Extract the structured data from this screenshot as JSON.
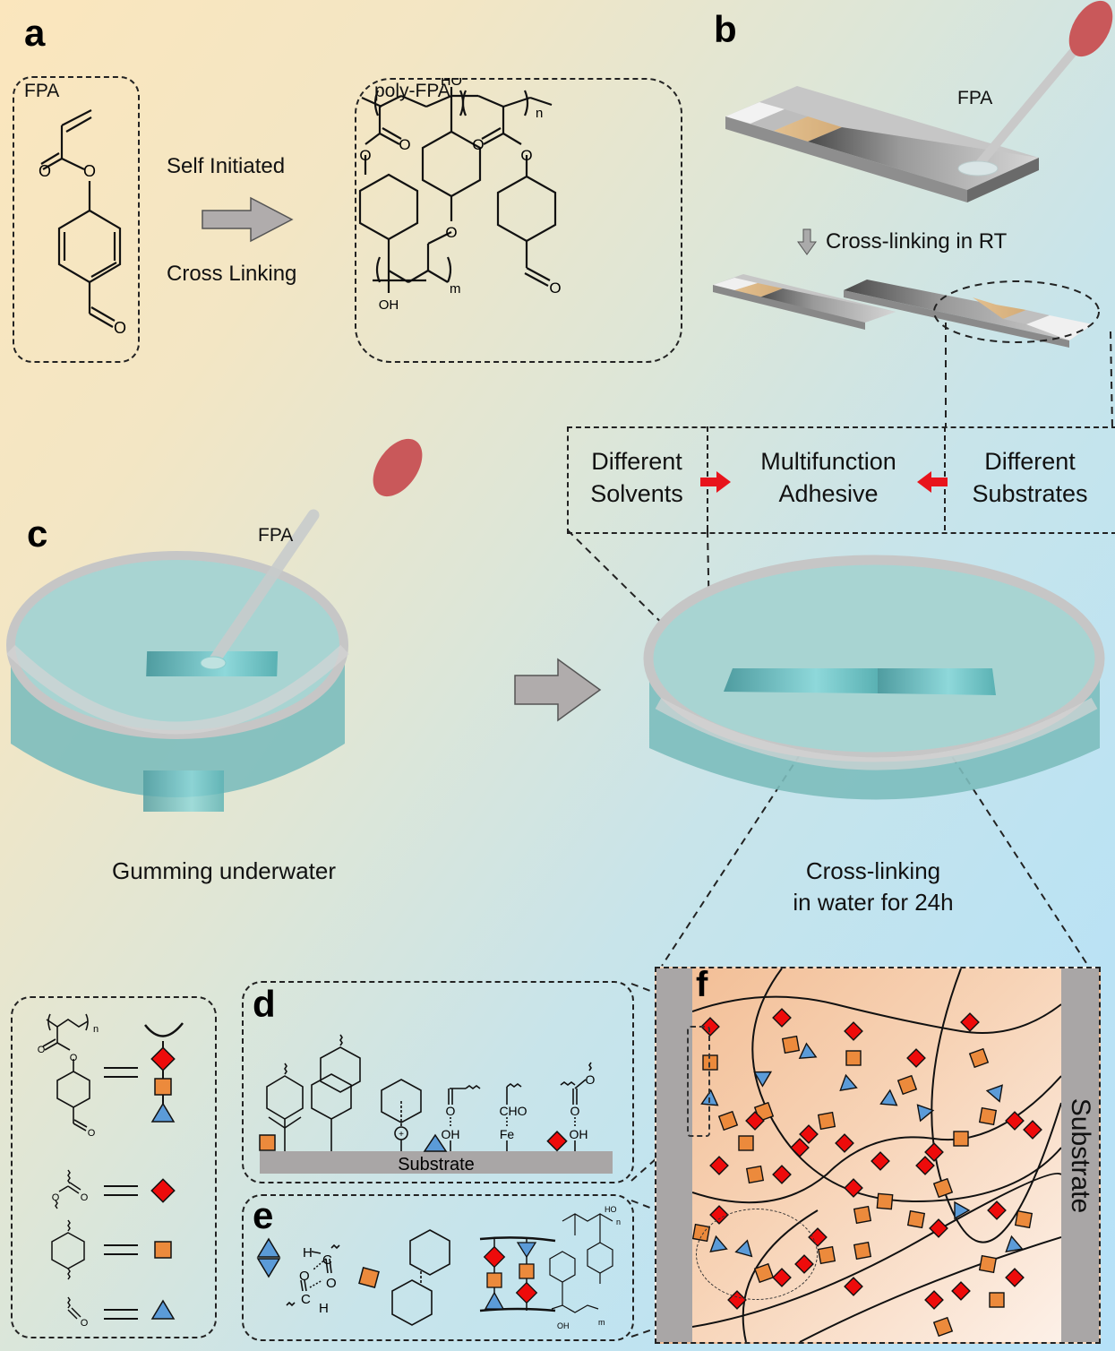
{
  "figure": {
    "panels": {
      "a": {
        "label": "a",
        "monomer_label": "FPA",
        "arrow_top_text": "Self Initiated",
        "arrow_bottom_text": "Cross Linking",
        "polymer_label": "poly-FPA",
        "atom_labels": {
          "oxygen": "O",
          "hydroxyl_top": "HO",
          "hydroxyl_bottom": "OH",
          "subscript_n": "n",
          "subscript_m": "m"
        }
      },
      "b": {
        "label": "b",
        "dropper_label": "FPA",
        "step_text": "Cross-linking in RT",
        "features": [
          {
            "line1": "Different",
            "line2": "Solvents"
          },
          {
            "line1": "Multifunction",
            "line2": "Adhesive"
          },
          {
            "line1": "Different",
            "line2": "Substrates"
          }
        ],
        "arrow_color": "#e8141c"
      },
      "c": {
        "label": "c",
        "dropper_label": "FPA",
        "left_caption": "Gumming underwater",
        "right_caption_line1": "Cross-linking",
        "right_caption_line2": "in water for 24h"
      },
      "legend": {
        "items": [
          {
            "chemical": "poly(FPA) repeat unit",
            "symbol": "chain-diamond-square-triangle",
            "subscript": "n"
          },
          {
            "chemical": "ester",
            "symbol": "red-diamond"
          },
          {
            "chemical": "phenyl",
            "symbol": "orange-square"
          },
          {
            "chemical": "aldehyde",
            "symbol": "blue-triangle"
          }
        ],
        "equals": "="
      },
      "d": {
        "label": "d",
        "substrate_label": "Substrate",
        "labels": {
          "cho": "CHO",
          "fe": "Fe",
          "oh": "OH",
          "o": "O",
          "plus": "+"
        }
      },
      "e": {
        "label": "e",
        "labels": {
          "h": "H",
          "c": "C",
          "o": "O",
          "ho": "HO",
          "oh": "OH",
          "n": "n",
          "m": "m"
        }
      },
      "f": {
        "label": "f",
        "substrate_label": "Substrate"
      }
    },
    "colors": {
      "ester_diamond": "#ee0b0b",
      "phenyl_square": "#ec8a3c",
      "aldehyde_triangle": "#5b9bd8",
      "dropper_bulb": "#c9585a",
      "substrate_gray": "#a9a6a6",
      "arrow_gray": "#b0acac"
    }
  }
}
